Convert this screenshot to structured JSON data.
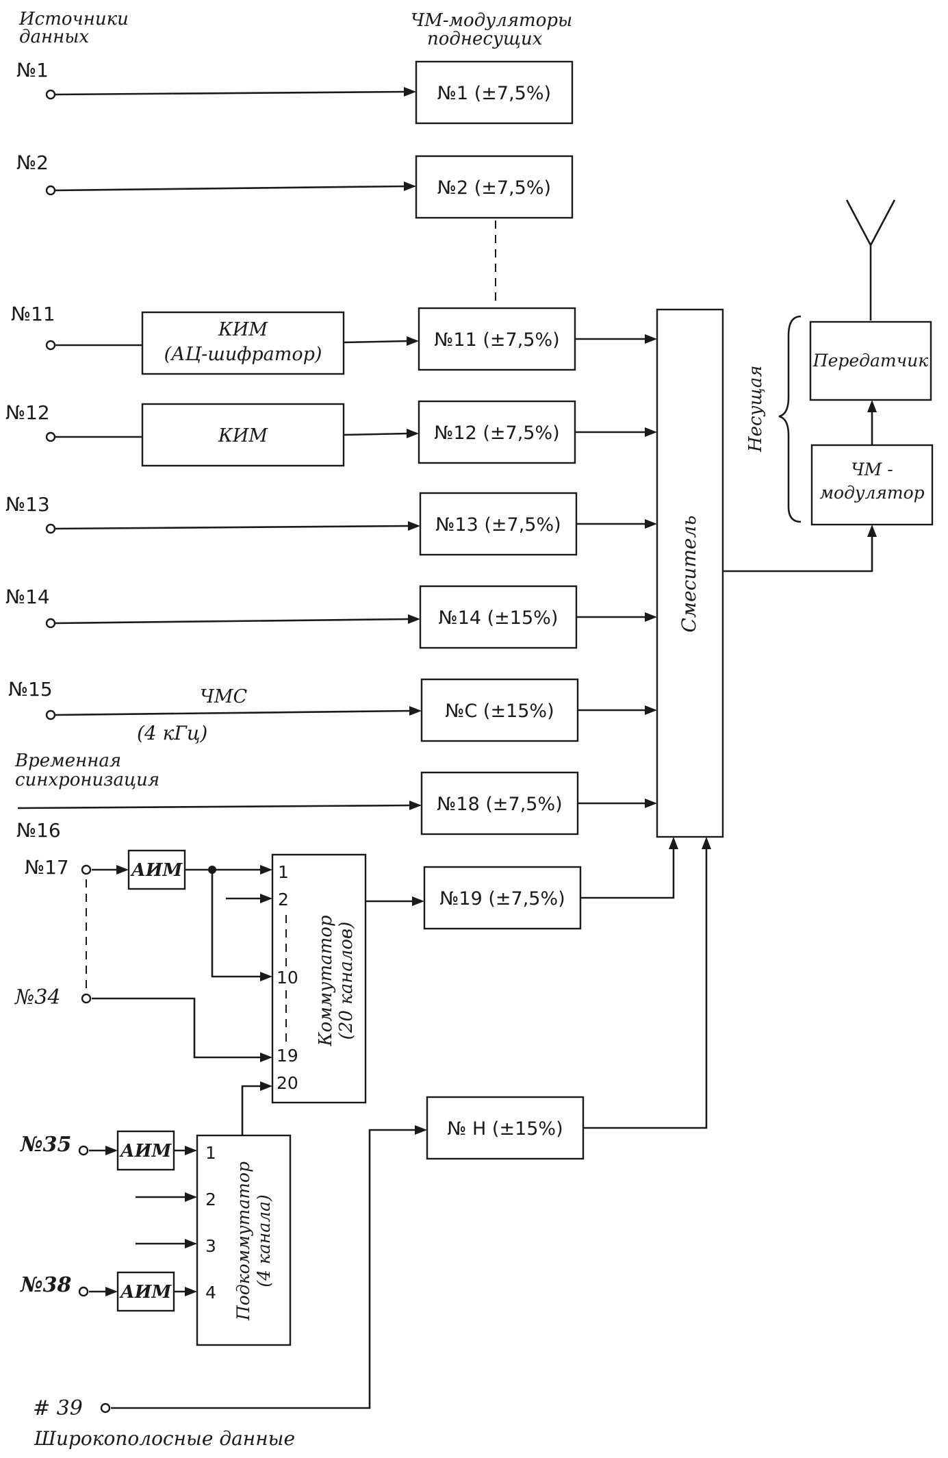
{
  "headers": {
    "sources": [
      "Источники",
      "данных"
    ],
    "modulators": [
      "ЧМ-модуляторы",
      "поднесущих"
    ],
    "carrier": "Несущая"
  },
  "source_labels": {
    "s1": "№1",
    "s2": "№2",
    "s11": "№11",
    "s12": "№12",
    "s13": "№13",
    "s14": "№14",
    "s15": "№15",
    "s16": "№16",
    "s17": "№17",
    "s34": "№34",
    "s35": "№35",
    "s38": "№38",
    "s39": "# 39"
  },
  "side_labels": {
    "time_sync": [
      "Временная",
      "синхронизация"
    ],
    "fmc": "ЧМС",
    "fmc_freq": "(4 кГц)",
    "wideband": "Широкополосные   данные"
  },
  "blocks": {
    "kim1": [
      "КИМ",
      "(АЦ-шифратор)"
    ],
    "kim2": "КИМ",
    "aim": "АИМ",
    "transmitter": "Передатчик",
    "fm_mod": [
      "ЧМ -",
      "модулятор"
    ],
    "mixer": "Смеситель",
    "commutator": [
      "Коммутатор",
      "(20 каналов)"
    ],
    "subcommutator": [
      "Подкоммутатор",
      "(4 канала)"
    ]
  },
  "modulators": [
    "№1 (±7,5%)",
    "№2 (±7,5%)",
    "№11 (±7,5%)",
    "№12 (±7,5%)",
    "№13 (±7,5%)",
    "№14 (±15%)",
    "№С (±15%)",
    "№18 (±7,5%)",
    "№19 (±7,5%)",
    "№ Н (±15%)"
  ],
  "commutator_inputs": [
    "1",
    "2",
    "10",
    "19",
    "20"
  ],
  "subcommutator_inputs": [
    "1",
    "2",
    "3",
    "4"
  ]
}
